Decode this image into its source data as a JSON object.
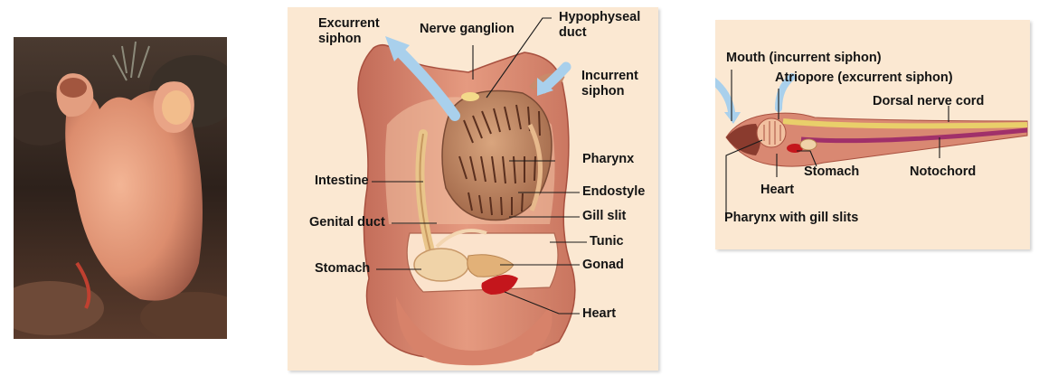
{
  "adult_labels": {
    "excurrent_siphon": [
      "Excurrent",
      "siphon"
    ],
    "nerve_ganglion": "Nerve ganglion",
    "hypophyseal_duct": [
      "Hypophyseal",
      "duct"
    ],
    "incurrent_siphon": [
      "Incurrent",
      "siphon"
    ],
    "pharynx": "Pharynx",
    "intestine": "Intestine",
    "endostyle": "Endostyle",
    "genital_duct": "Genital duct",
    "gill_slit": "Gill slit",
    "tunic": "Tunic",
    "stomach": "Stomach",
    "gonad": "Gonad",
    "heart": "Heart"
  },
  "larva_labels": {
    "mouth": "Mouth (incurrent siphon)",
    "atriopore": "Atriopore (excurrent siphon)",
    "dorsal_nerve_cord": "Dorsal nerve cord",
    "stomach": "Stomach",
    "notochord": "Notochord",
    "heart": "Heart",
    "pharynx_gill_slits": "Pharynx with gill slits"
  },
  "colors": {
    "panel_bg": "#fbe8d2",
    "tunic": "#d98872",
    "pharynx": "#b07858",
    "water_flow_arrow": "#a9d0ec",
    "nerve_cord": "#e9cf6a",
    "notochord": "#a0306a",
    "heart": "#c4161c"
  }
}
